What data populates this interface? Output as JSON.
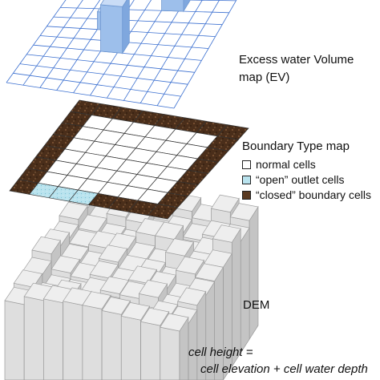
{
  "labels": {
    "ev_line1": "Excess water Volume",
    "ev_line2": "map (EV)",
    "boundary_title": "Boundary Type map",
    "dem": "DEM",
    "formula_line1": "cell height =",
    "formula_line2": "cell elevation + cell water depth"
  },
  "legend": [
    {
      "key": "normal",
      "label": "normal cells",
      "color": "#ffffff"
    },
    {
      "key": "open",
      "label": "“open” outlet cells",
      "color": "#b9e3ee"
    },
    {
      "key": "closed",
      "label": "“closed” boundary cells",
      "color": "#5a3a22"
    }
  ],
  "colors": {
    "ev_grid": "#3a6fd0",
    "ev_column": "#a9c8ef",
    "boundary_grid": "#333333",
    "dem_top": "#e9e9e9",
    "dem_side": "#cfcfcf"
  }
}
